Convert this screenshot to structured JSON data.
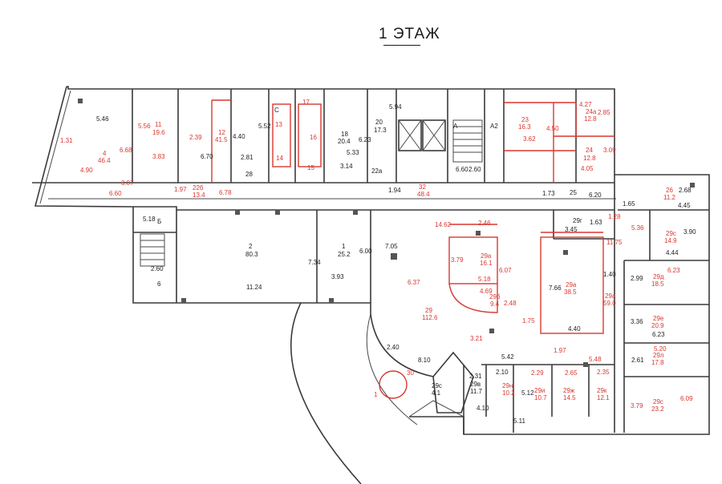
{
  "header": {
    "title": "1 ЭТАЖ"
  },
  "rooms": [
    {
      "number": "4",
      "area": "46.4"
    },
    {
      "number": "11",
      "area": "19.6"
    },
    {
      "number": "12",
      "area": "41.5"
    },
    {
      "number": "13",
      "area": ""
    },
    {
      "number": "14",
      "area": ""
    },
    {
      "number": "15",
      "area": ""
    },
    {
      "number": "16",
      "area": ""
    },
    {
      "number": "17",
      "area": ""
    },
    {
      "number": "18",
      "area": "20.4"
    },
    {
      "number": "20",
      "area": "17.3"
    },
    {
      "number": "22а",
      "area": ""
    },
    {
      "number": "22б",
      "area": "13.4"
    },
    {
      "number": "23",
      "area": "16.3"
    },
    {
      "number": "24а",
      "area": "12.8"
    },
    {
      "number": "24",
      "area": "12.8"
    },
    {
      "number": "25",
      "area": ""
    },
    {
      "number": "26",
      "area": "11.2"
    },
    {
      "number": "28",
      "area": ""
    },
    {
      "number": "29с",
      "area": "14.9"
    },
    {
      "number": "29д",
      "area": "18.5"
    },
    {
      "number": "29а",
      "area": "59.0"
    },
    {
      "number": "29е",
      "area": "20.9"
    },
    {
      "number": "29л",
      "area": "17.8"
    },
    {
      "number": "29с",
      "area": "23.2"
    },
    {
      "number": "2",
      "area": "80.3"
    },
    {
      "number": "1",
      "area": "25.2"
    },
    {
      "number": "29а",
      "area": "16.1"
    },
    {
      "number": "29б",
      "area": "9.4"
    },
    {
      "number": "29а",
      "area": "38.5"
    },
    {
      "number": "29",
      "area": "112.6"
    },
    {
      "number": "32",
      "area": "48.4"
    },
    {
      "number": "29г",
      "area": ""
    },
    {
      "number": "29в",
      "area": "11.7"
    },
    {
      "number": "29н",
      "area": "10.2"
    },
    {
      "number": "29и",
      "area": "10.7"
    },
    {
      "number": "29ж",
      "area": "14.5"
    },
    {
      "number": "29к",
      "area": "12.1"
    },
    {
      "number": "29с",
      "area": "4.1"
    },
    {
      "number": "Б",
      "area": ""
    },
    {
      "number": "6",
      "area": ""
    },
    {
      "number": "А",
      "area": ""
    },
    {
      "number": "А2",
      "area": ""
    },
    {
      "number": "С",
      "area": ""
    },
    {
      "number": "30",
      "area": ""
    },
    {
      "number": "1",
      "area": ""
    }
  ],
  "dimensions": [
    "5.46",
    "1.31",
    "6.68",
    "6.60",
    "4.90",
    "5.56",
    "3.83",
    "2.39",
    "6.70",
    "4.40",
    "5.52",
    "2.81",
    "3.07",
    "1.97",
    "6.78",
    "6.23",
    "5.33",
    "3.14",
    "5.94",
    "6.60",
    "2.60",
    "1.94",
    "4.27",
    "2.85",
    "4.50",
    "3.62",
    "3.09",
    "4.05",
    "1.73",
    "6.20",
    "2.68",
    "4.45",
    "1.65",
    "1.28",
    "5.36",
    "3.90",
    "4.44",
    "14.62",
    "2.46",
    "3.45",
    "1.63",
    "11.75",
    "3.79",
    "6.07",
    "4.69",
    "5.18",
    "2.48",
    "7.66",
    "4.40",
    "1.40",
    "2.99",
    "6.23",
    "3.36",
    "6.23",
    "5.20",
    "2.61",
    "3.79",
    "6.09",
    "5.18",
    "2.60",
    "11.24",
    "7.34",
    "6.00",
    "3.93",
    "7.05",
    "6.37",
    "1.75",
    "3.21",
    "2.40",
    "5.42",
    "5.48",
    "1.97",
    "8.10",
    "2.31",
    "2.10",
    "5.12",
    "2.29",
    "2.65",
    "2.35",
    "5.11",
    "4.10"
  ]
}
